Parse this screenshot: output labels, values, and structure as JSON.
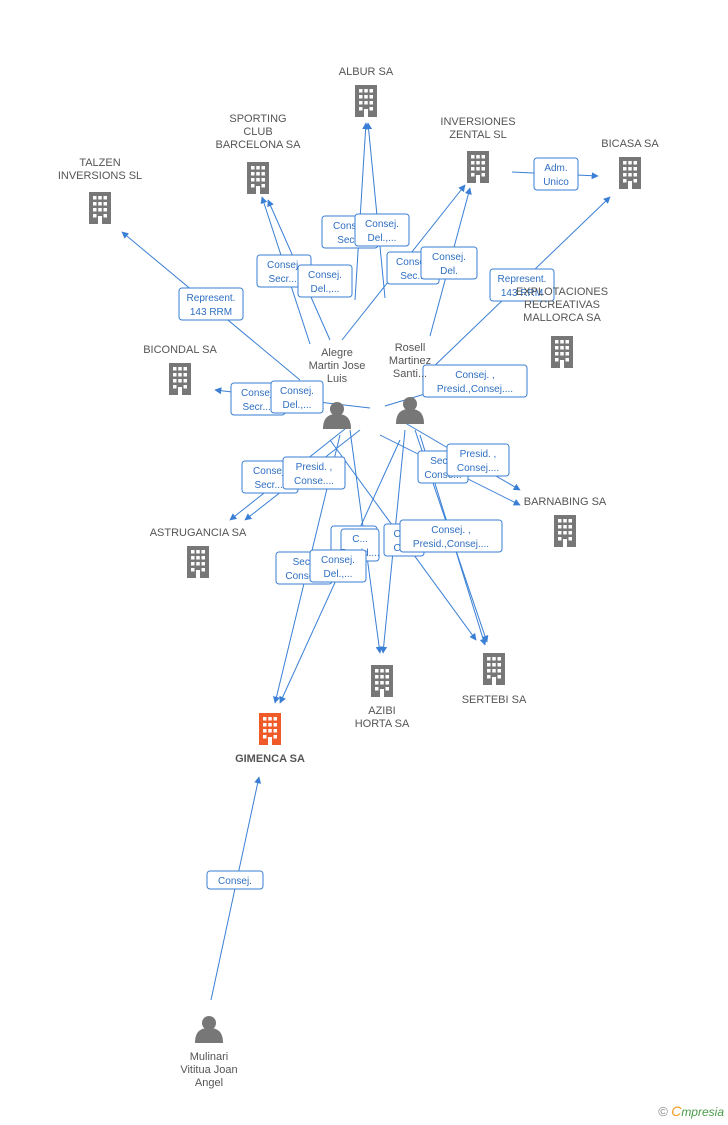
{
  "nodes": [
    {
      "id": "albur",
      "type": "company",
      "label": [
        "ALBUR SA"
      ],
      "color": "#777777"
    },
    {
      "id": "sporting",
      "type": "company",
      "label": [
        "SPORTING",
        "CLUB",
        "BARCELONA SA"
      ],
      "color": "#777777"
    },
    {
      "id": "inv_zental",
      "type": "company",
      "label": [
        "INVERSIONES",
        "ZENTAL SL"
      ],
      "color": "#777777"
    },
    {
      "id": "bicasa",
      "type": "company",
      "label": [
        "BICASA SA"
      ],
      "color": "#777777"
    },
    {
      "id": "talzen",
      "type": "company",
      "label": [
        "TALZEN",
        "INVERSIONS SL"
      ],
      "color": "#777777"
    },
    {
      "id": "explotaciones",
      "type": "company",
      "label": [
        "EXPLOTACIONES",
        "RECREATIVAS",
        "MALLORCA SA"
      ],
      "color": "#777777"
    },
    {
      "id": "bicondal",
      "type": "company",
      "label": [
        "BICONDAL SA"
      ],
      "color": "#777777"
    },
    {
      "id": "barnabing",
      "type": "company",
      "label": [
        "BARNABING SA"
      ],
      "color": "#777777"
    },
    {
      "id": "astrugancia",
      "type": "company",
      "label": [
        "ASTRUGANCIA SA"
      ],
      "color": "#777777"
    },
    {
      "id": "azibi",
      "type": "company",
      "label": [
        "AZIBI",
        "HORTA SA"
      ],
      "color": "#777777"
    },
    {
      "id": "sertebi",
      "type": "company",
      "label": [
        "SERTEBI SA"
      ],
      "color": "#777777"
    },
    {
      "id": "gimenca",
      "type": "company",
      "label": [
        "GIMENCA SA"
      ],
      "color": "#f05a28",
      "main": true
    },
    {
      "id": "alegre",
      "type": "person",
      "label": [
        "Alegre",
        "Martin Jose",
        "Luis"
      ],
      "color": "#777777"
    },
    {
      "id": "rosell",
      "type": "person",
      "label": [
        "Rosell",
        "Martinez",
        "Santi..."
      ],
      "color": "#777777"
    },
    {
      "id": "mulinari",
      "type": "person",
      "label": [
        "Mulinari",
        "Vititua Joan",
        "Angel"
      ],
      "color": "#777777"
    }
  ],
  "edge_labels": [
    {
      "lines": [
        "Consej.",
        "Sec..."
      ]
    },
    {
      "lines": [
        "Consej.",
        "Del.,..."
      ]
    },
    {
      "lines": [
        "Adm.",
        "Unico"
      ]
    },
    {
      "lines": [
        "Consej.",
        "Secr...."
      ]
    },
    {
      "lines": [
        "Consej.",
        "Del.,..."
      ]
    },
    {
      "lines": [
        "Consej.",
        "Sec..."
      ]
    },
    {
      "lines": [
        "Consej.",
        "Del."
      ]
    },
    {
      "lines": [
        "Represent.",
        "143 RRM"
      ]
    },
    {
      "lines": [
        "Represent.",
        "143 RRM"
      ]
    },
    {
      "lines": [
        "Consej.",
        "Secr...."
      ]
    },
    {
      "lines": [
        "Consej.",
        "Del.,..."
      ]
    },
    {
      "lines": [
        "Co...",
        "Co..."
      ]
    },
    {
      "lines": [
        "Consej. ,",
        "Presid.,Consej...."
      ]
    },
    {
      "lines": [
        "Consej.",
        "Secr...."
      ]
    },
    {
      "lines": [
        "Presid. ,",
        "Conse...."
      ]
    },
    {
      "lines": [
        "Sec...",
        "Conse..."
      ]
    },
    {
      "lines": [
        "Presid. ,",
        "Consej...."
      ]
    },
    {
      "lines": [
        "C...",
        "Presid...."
      ]
    },
    {
      "lines": [
        "Co...",
        "Co..."
      ]
    },
    {
      "lines": [
        "Consej. ,",
        "Presid.,Consej...."
      ]
    },
    {
      "lines": [
        "Secr.",
        "Conse..."
      ]
    },
    {
      "lines": [
        "Consej.",
        "Del.,..."
      ]
    },
    {
      "lines": [
        "Consej."
      ]
    }
  ],
  "footer": {
    "copyright": "©",
    "brand_initial": "C",
    "brand_rest": "mpresia"
  }
}
